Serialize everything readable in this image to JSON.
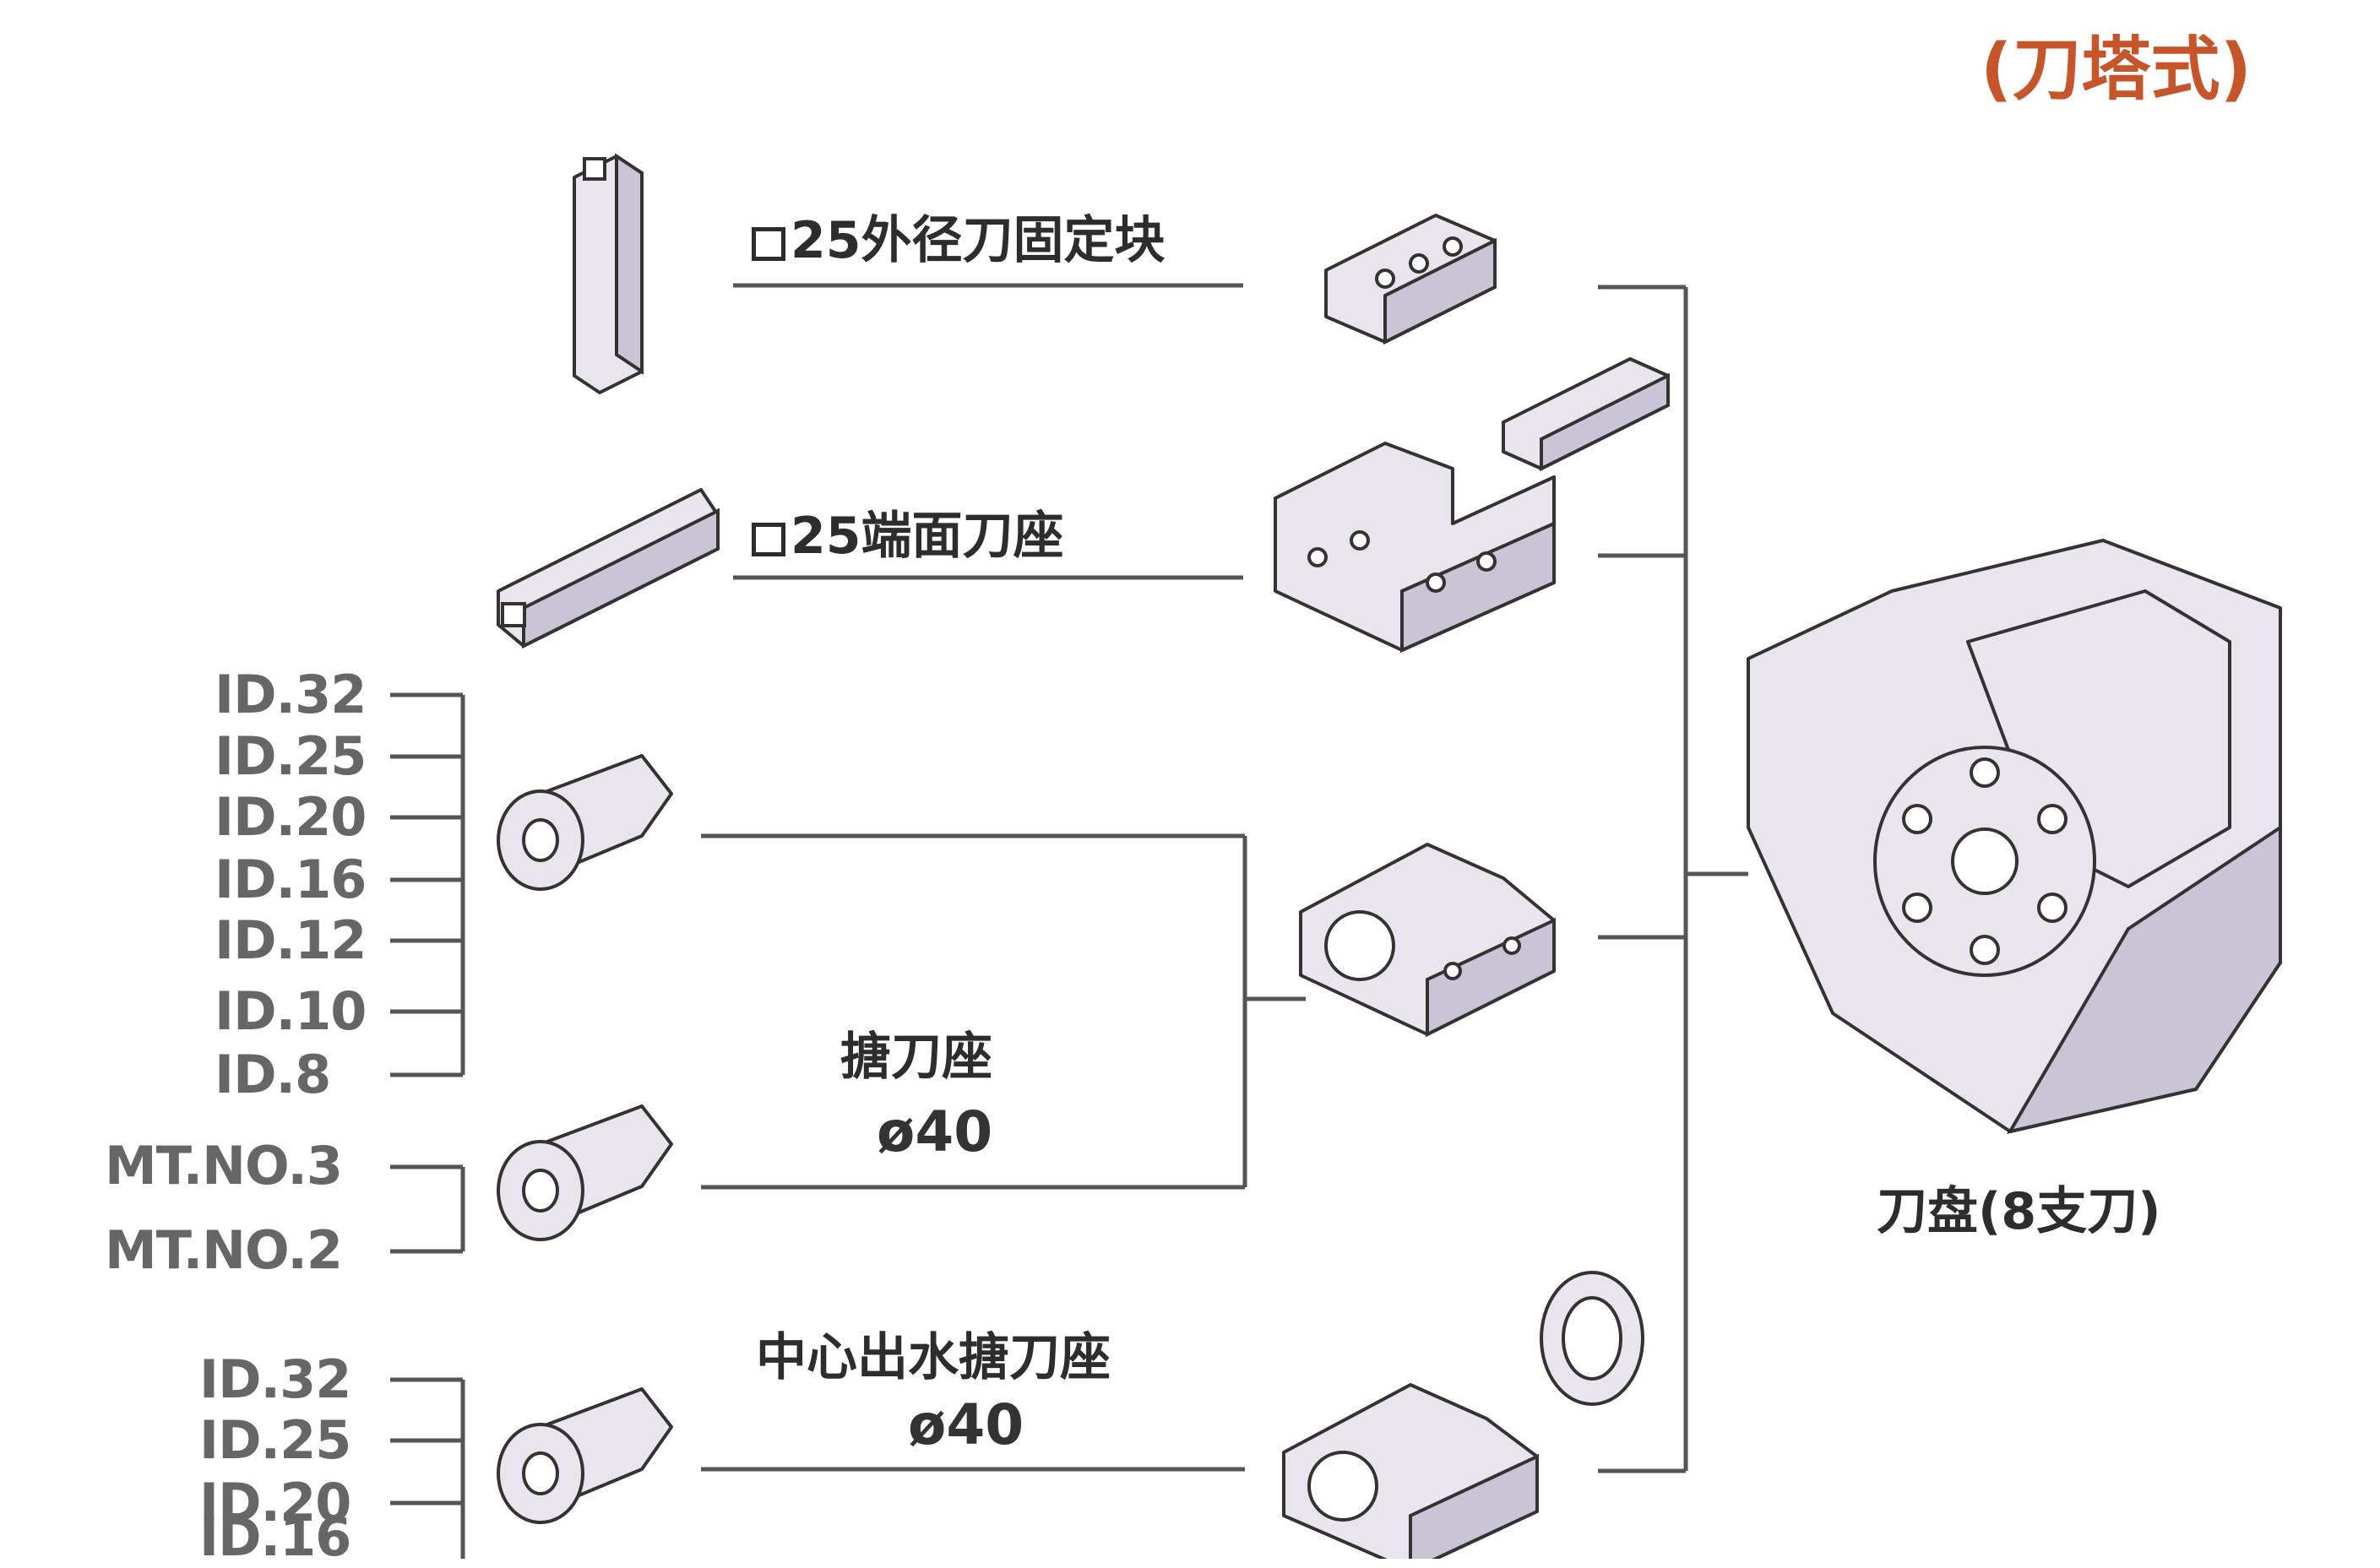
{
  "title": "(刀塔式)",
  "od_block_label": "25外径刀固定块",
  "face_holder_label": "25端面刀座",
  "boring_holder": {
    "label": "搪刀座",
    "dia": "ø40"
  },
  "coolant_holder": {
    "label": "中心出水搪刀座",
    "dia": "ø40"
  },
  "turret_label": "刀盘(8支刀)",
  "group1_sizes": [
    "ID.32",
    "ID.25",
    "ID.20",
    "ID.16",
    "ID.12",
    "ID.10",
    "ID.8"
  ],
  "group2_sizes": [
    "MT.NO.3",
    "MT.NO.2"
  ],
  "group3_sizes": [
    "ID.32",
    "ID.25",
    "ID.20",
    "ID.16"
  ],
  "colors": {
    "title": "#c8552a",
    "line": "#555555",
    "part_fill": "#e8e5ef",
    "part_stroke": "#333333"
  }
}
